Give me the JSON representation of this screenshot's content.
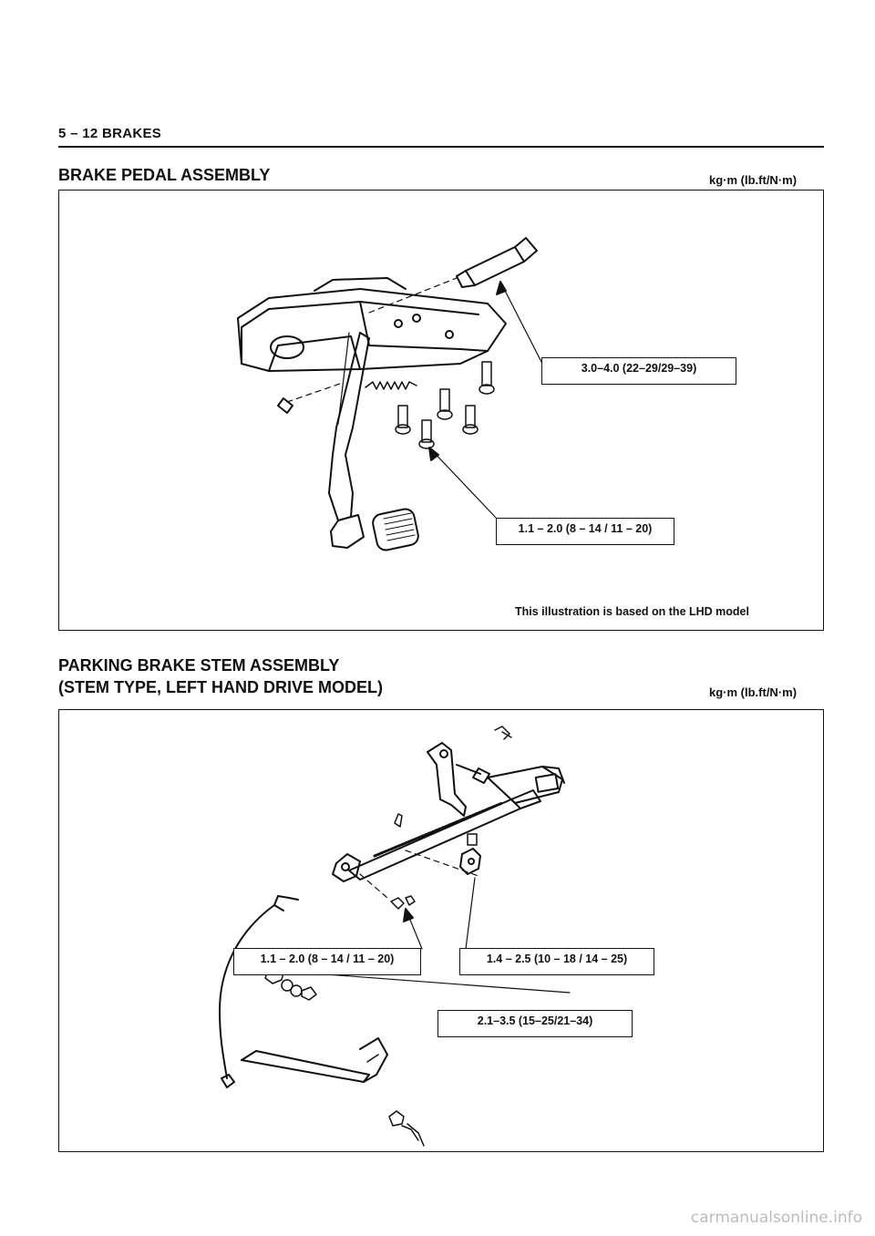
{
  "header": {
    "page_ref": "5 – 12  BRAKES"
  },
  "section1": {
    "title": "BRAKE PEDAL ASSEMBLY",
    "units": "kg·m (lb.ft/N·m)",
    "torque_bolt": "3.0–4.0 (22–29/29–39)",
    "torque_studs": "1.1 – 2.0 (8 – 14 / 11 – 20)",
    "note": "This illustration is based on the LHD model"
  },
  "section2": {
    "title_line1": "PARKING BRAKE STEM ASSEMBLY",
    "title_line2": "(STEM TYPE, LEFT HAND DRIVE MODEL)",
    "units": "kg·m (lb.ft/N·m)",
    "torque_a": "1.1 – 2.0 (8 – 14 / 11 – 20)",
    "torque_b": "1.4 – 2.5 (10 – 18 / 14 – 25)",
    "torque_c": "2.1–3.5 (15–25/21–34)"
  },
  "footer": {
    "watermark": "carmanualsonline.info"
  }
}
